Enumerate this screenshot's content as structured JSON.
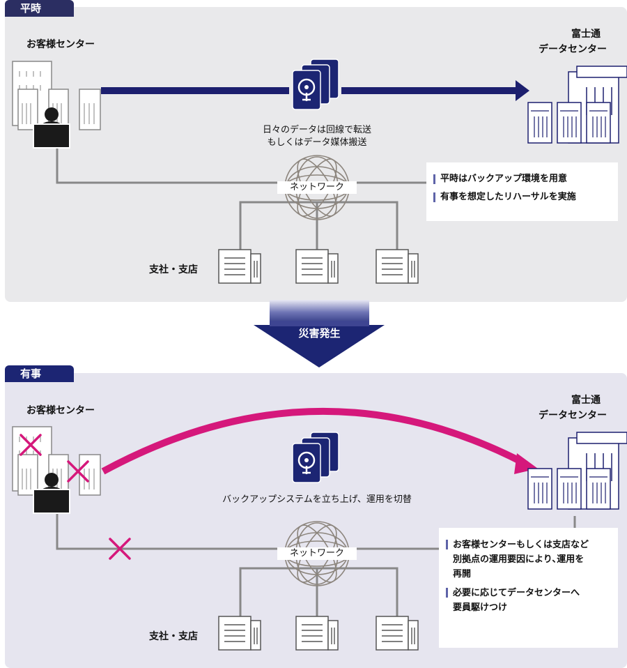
{
  "normal": {
    "tab": "平時",
    "customer_center": "お客様センター",
    "fujitsu_dc_line1": "富士通",
    "fujitsu_dc_line2": "データセンター",
    "transfer_caption_line1": "日々のデータは回線で転送",
    "transfer_caption_line2": "もしくはデータ媒体搬送",
    "network": "ネットワーク",
    "branches": "支社・支店",
    "notes": [
      "平時はバックアップ環境を用意",
      "有事を想定したリハーサルを実施"
    ]
  },
  "transition": {
    "label": "災害発生"
  },
  "emergency": {
    "tab": "有事",
    "customer_center": "お客様センター",
    "fujitsu_dc_line1": "富士通",
    "fujitsu_dc_line2": "データセンター",
    "switch_caption": "バックアップシステムを立ち上げ、運用を切替",
    "network": "ネットワーク",
    "branches": "支社・支店",
    "notes": [
      [
        "お客様センターもしくは支店など",
        "別拠点の運用要因により､運用を",
        "再開"
      ],
      [
        "必要に応じてデータセンターへ",
        "要員駆けつけ"
      ]
    ]
  },
  "colors": {
    "navy": "#1c1f6e",
    "magenta": "#d5187b",
    "gray_line": "#888888",
    "globe": "#8c857d"
  },
  "icons": [
    "office-building-icon",
    "server-icon",
    "operator-icon",
    "hard-disk-icon",
    "network-globe-icon",
    "branch-office-icon",
    "datacenter-building-icon",
    "failure-x-icon",
    "people-group-icon"
  ]
}
